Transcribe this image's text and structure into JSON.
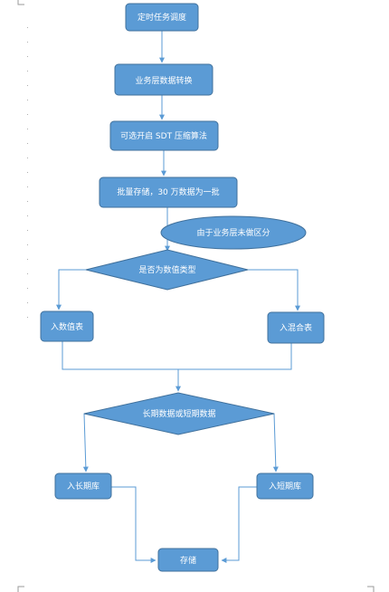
{
  "nodes": {
    "schedule": "定时任务调度",
    "transform": "业务层数据转换",
    "sdt": "可选开启 SDT 压缩算法",
    "batch": "批量存储，30 万数据为一批",
    "note": "由于业务层未做区分",
    "is_numeric": "是否为数值类型",
    "numeric_table": "入数值表",
    "mixed_table": "入混合表",
    "long_short": "长期数据或短期数据",
    "long_db": "入长期库",
    "short_db": "入短期库",
    "store": "存储"
  },
  "colors": {
    "node_fill": "#5b9bd5",
    "node_border": "#41719c",
    "edge": "#5b9bd5",
    "text": "#ffffff"
  }
}
